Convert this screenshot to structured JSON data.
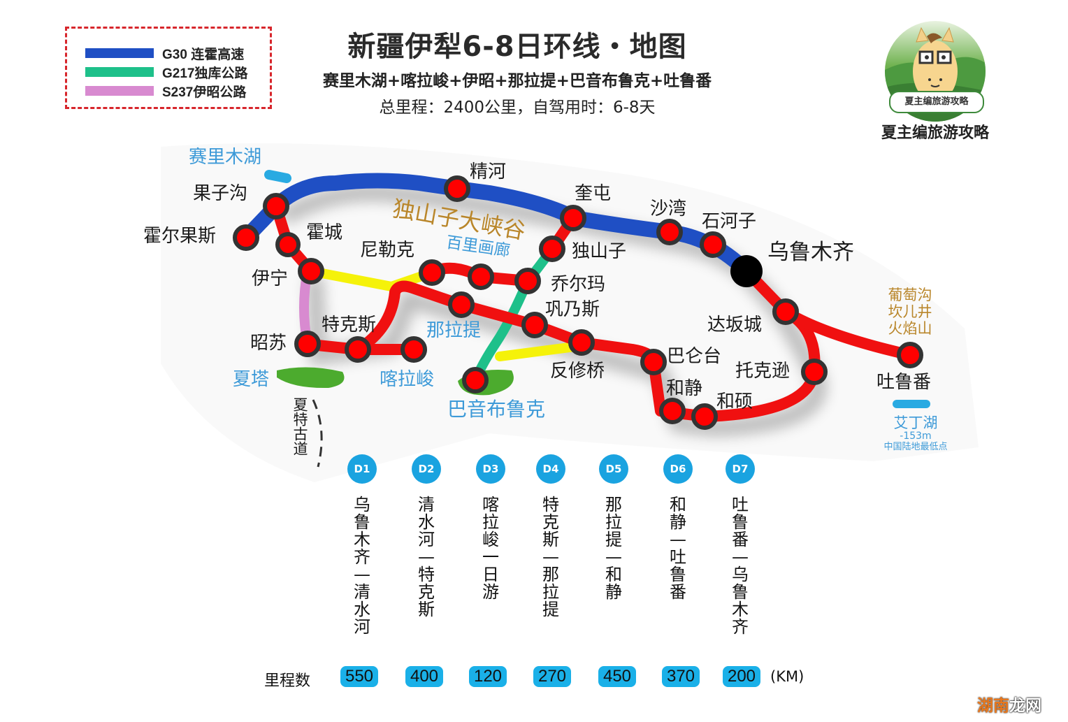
{
  "header": {
    "title": "新疆伊犁6-8日环线・地图",
    "subtitle": "赛里木湖+喀拉峻+伊昭+那拉提+巴音布鲁克+吐鲁番",
    "total": "总里程：2400公里，自驾用时：6-8天"
  },
  "legend": {
    "items": [
      {
        "label": "G30  连霍高速",
        "color": "#1f4fc4"
      },
      {
        "label": "G217独库公路",
        "color": "#1ec08a"
      },
      {
        "label": "S237伊昭公路",
        "color": "#d88ad0"
      }
    ]
  },
  "logo": {
    "banner": "夏主编旅游攻略",
    "name": "夏主编旅游攻略"
  },
  "colors": {
    "main_route": "#f01010",
    "g30": "#1f4fc4",
    "g217": "#1ec08a",
    "s237": "#d88ad0",
    "alt_road": "#f5f20a",
    "station_fill": "#ff0000",
    "station_ring": "#333333",
    "accent_blue": "#1aa3e0",
    "scenic_gold": "#b9862a"
  },
  "map": {
    "places": {
      "sailimu_lake": "赛里木湖",
      "guozigou": "果子沟",
      "huoerguosi": "霍尔果斯",
      "huocheng": "霍城",
      "yining": "伊宁",
      "zhaosu": "昭苏",
      "tekesi": "特克斯",
      "xiata": "夏塔",
      "kalajun": "喀拉峻",
      "xiate_trail": "夏特古道",
      "jinghe": "精河",
      "dushanzi_canyon": "独山子大峡谷",
      "baili_gallery": "百里画廊",
      "nileke": "尼勒克",
      "kuitun": "奎屯",
      "dushanzi": "独山子",
      "qiaoerma": "乔尔玛",
      "nalati": "那拉提",
      "gongnaisi": "巩乃斯",
      "fanxiuqiao": "反修桥",
      "bayinbuluke": "巴音布鲁克",
      "shawan": "沙湾",
      "shihezi": "石河子",
      "urumqi": "乌鲁木齐",
      "dabancheng": "达坂城",
      "baluntai": "巴仑台",
      "hejing": "和静",
      "heshuo": "和硕",
      "tuokexun": "托克逊",
      "turpan": "吐鲁番",
      "turpan_sights": [
        "葡萄沟",
        "坎儿井",
        "火焰山"
      ],
      "aiding_lake": "艾丁湖",
      "aiding_elev": "-153m",
      "aiding_note": "中国陆地最低点"
    }
  },
  "itinerary": {
    "days": [
      {
        "day": "D1",
        "route": "乌鲁木齐—清水河",
        "km": "550"
      },
      {
        "day": "D2",
        "route": "清水河—特克斯",
        "km": "400"
      },
      {
        "day": "D3",
        "route": "喀拉峻一日游",
        "km": "120"
      },
      {
        "day": "D4",
        "route": "特克斯—那拉提",
        "km": "270"
      },
      {
        "day": "D5",
        "route": "那拉提—和静",
        "km": "450"
      },
      {
        "day": "D6",
        "route": "和静—吐鲁番",
        "km": "370"
      },
      {
        "day": "D7",
        "route": "吐鲁番—乌鲁木齐",
        "km": "200"
      }
    ],
    "km_label": "里程数",
    "km_unit": "(KM)"
  },
  "watermark": {
    "part1": "湖南",
    "part2": "龙网"
  }
}
